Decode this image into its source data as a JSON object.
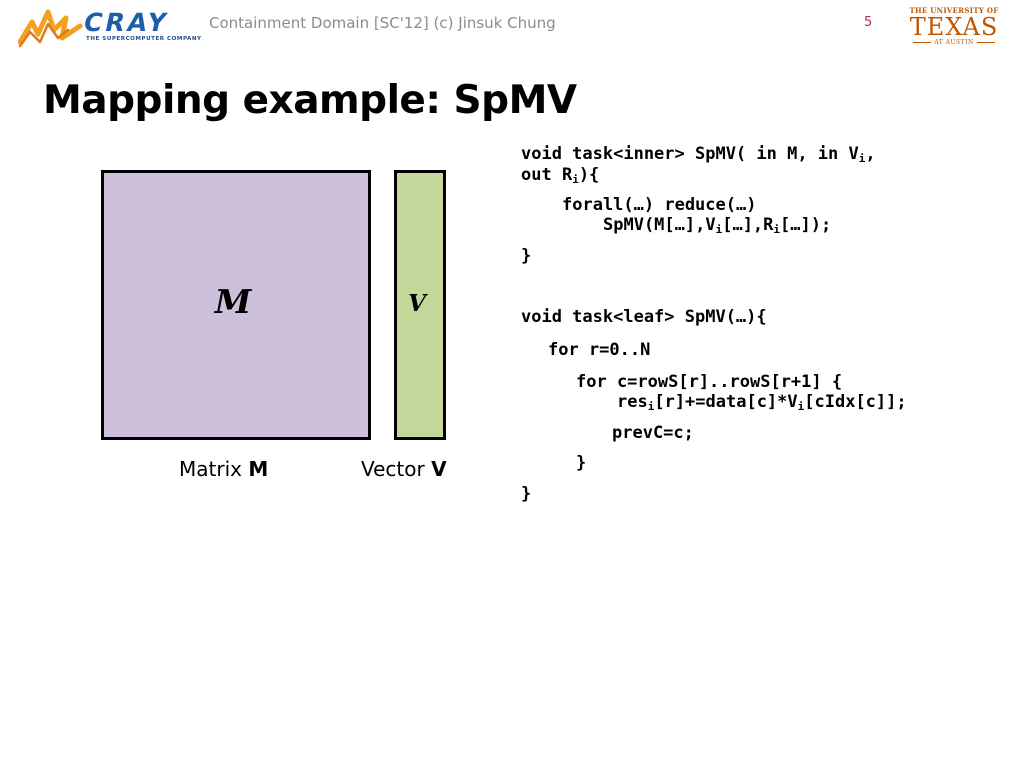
{
  "header": {
    "cray_logo": {
      "word": "CRAY",
      "tagline": "THE SUPERCOMPUTER COMPANY"
    },
    "text": "Containment Domain [SC'12] (c) Jinsuk Chung",
    "slide_number": "5",
    "ut_logo": {
      "line1": "THE UNIVERSITY OF",
      "line2": "TEXAS",
      "line3": "AT AUSTIN"
    }
  },
  "title": "Mapping example: SpMV",
  "diagram": {
    "matrix_symbol": "M",
    "vector_symbol": "V",
    "matrix_caption": {
      "prefix": "Matrix ",
      "bold": "M"
    },
    "vector_caption": {
      "prefix": "Vector ",
      "bold": "V"
    },
    "colors": {
      "matrix_fill": "#ccc0da",
      "vector_fill": "#c4d79b",
      "border": "#000000"
    }
  },
  "code": {
    "l1a": "void task<inner> SpMV( in M, in V",
    "l1a_sub": "i",
    "l1a_end": ",",
    "l1b": "out R",
    "l1b_sub": "i",
    "l1b_end": "){",
    "l2a": "forall(…) reduce(…)",
    "l2b_1": "SpMV(M[…],V",
    "l2b_sub1": "i",
    "l2b_2": "[…],R",
    "l2b_sub2": "i",
    "l2b_3": "[…]);",
    "l3": "}",
    "l4": "void task<leaf> SpMV(…){",
    "l5": "for r=0..N",
    "l6": "for c=rowS[r]..rowS[r+1] {",
    "l7_1": "res",
    "l7_sub1": "i",
    "l7_2": "[r]+=data[c]*V",
    "l7_sub2": "i",
    "l7_3": "[cIdx[c]];",
    "l8": "prevC=c;",
    "l9": "}",
    "l10": "}"
  }
}
